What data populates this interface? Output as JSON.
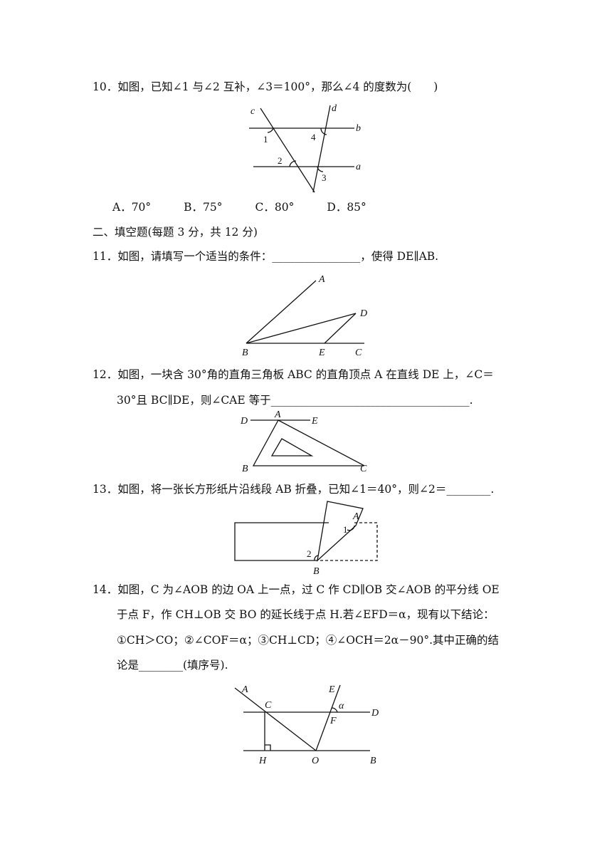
{
  "questions": {
    "q10": {
      "number": "10．",
      "text": "如图，已知∠1 与∠2 互补，∠3＝100°，那么∠4 的度数为(　　)",
      "options": [
        "A．70°",
        "B．75°",
        "C．80°",
        "D．85°"
      ],
      "figure_labels": {
        "c": "c",
        "d": "d",
        "b": "b",
        "a": "a",
        "n1": "1",
        "n2": "2",
        "n3": "3",
        "n4": "4"
      }
    },
    "section2": "二、填空题(每题 3 分，共 12 分)",
    "q11": {
      "number": "11．",
      "text": "如图，请填写一个适当的条件：________________，使得 DE∥AB.",
      "figure_labels": {
        "A": "A",
        "B": "B",
        "C": "C",
        "D": "D",
        "E": "E"
      }
    },
    "q12": {
      "number": "12．",
      "line1": "如图，一块含 30°角的直角三角板 ABC 的直角顶点 A 在直线 DE 上，∠C＝",
      "line2": "30°且 BC∥DE，则∠CAE 等于____________________________________.",
      "figure_labels": {
        "A": "A",
        "B": "B",
        "C": "C",
        "D": "D",
        "E": "E"
      }
    },
    "q13": {
      "number": "13．",
      "text": "如图，将一张长方形纸片沿线段 AB 折叠，已知∠1＝40°，则∠2＝________.",
      "figure_labels": {
        "A": "A",
        "B": "B",
        "n1": "1",
        "n2": "2"
      }
    },
    "q14": {
      "number": "14．",
      "line1": "如图，C 为∠AOB 的边 OA 上一点，过 C 作 CD∥OB 交∠AOB 的平分线 OE",
      "line2": "于点 F，作 CH⊥OB 交 BO 的延长线于点 H.若∠EFD＝α，现有以下结论：",
      "line3": "①CH＞CO；②∠COF＝α；③CH⊥CD；④∠OCH＝2α－90°.其中正确的结",
      "line4": "论是________(填序号).",
      "figure_labels": {
        "A": "A",
        "C": "C",
        "E": "E",
        "alpha": "α",
        "D": "D",
        "F": "F",
        "H": "H",
        "O": "O",
        "B": "B"
      }
    }
  }
}
